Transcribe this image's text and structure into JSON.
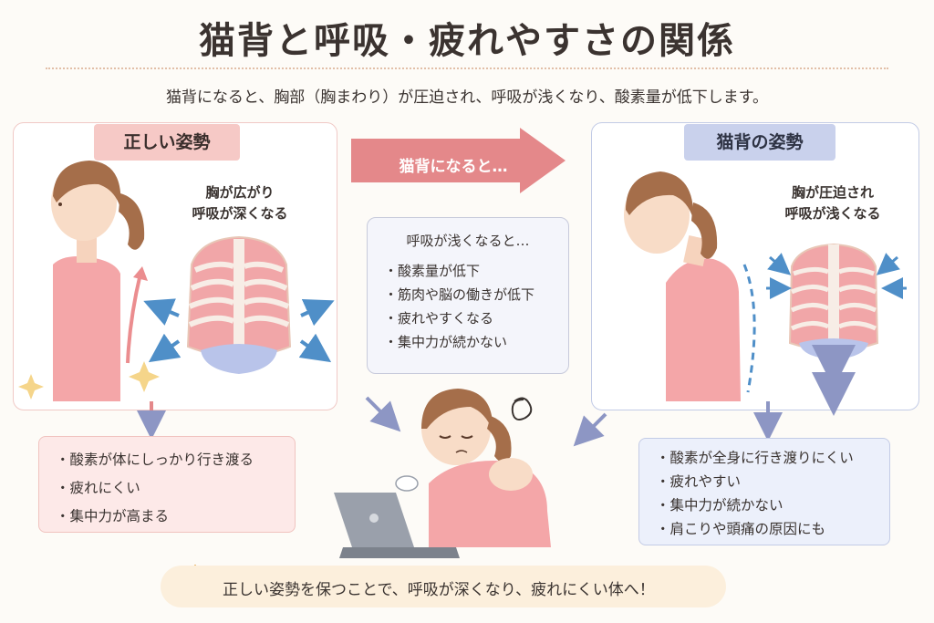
{
  "title": "猫背と呼吸・疲れやすさの関係",
  "subtitle": "猫背になると、胸部（胸まわり）が圧迫され、呼吸が浅くなり、酸素量が低下します。",
  "left": {
    "label": "正しい姿勢",
    "caption_1": "胸が広がり",
    "caption_2": "呼吸が深くなる",
    "benefits": [
      "酸素が体にしっかり行き渡る",
      "疲れにくい",
      "集中力が高まる"
    ]
  },
  "arrow": {
    "label": "猫背になると…"
  },
  "middle": {
    "heading": "呼吸が浅くなると…",
    "items": [
      "酸素量が低下",
      "筋肉や脳の働きが低下",
      "疲れやすくなる",
      "集中力が続かない"
    ]
  },
  "right": {
    "label": "猫背の姿勢",
    "caption_1": "胸が圧迫され",
    "caption_2": "呼吸が浅くなる",
    "effects": [
      "酸素が全身に行き渡りにくい",
      "疲れやすい",
      "集中力が続かない",
      "肩こりや頭痛の原因にも"
    ]
  },
  "banner": {
    "text": "正しい姿勢を保つことで、呼吸が深くなり、疲れにくい体へ！"
  },
  "colors": {
    "pink": "#f6c9c6",
    "blue": "#c9d1ec",
    "arrow_red": "#e4888a",
    "arrow_blue": "#8d96c4",
    "cream": "#fcefdc"
  }
}
